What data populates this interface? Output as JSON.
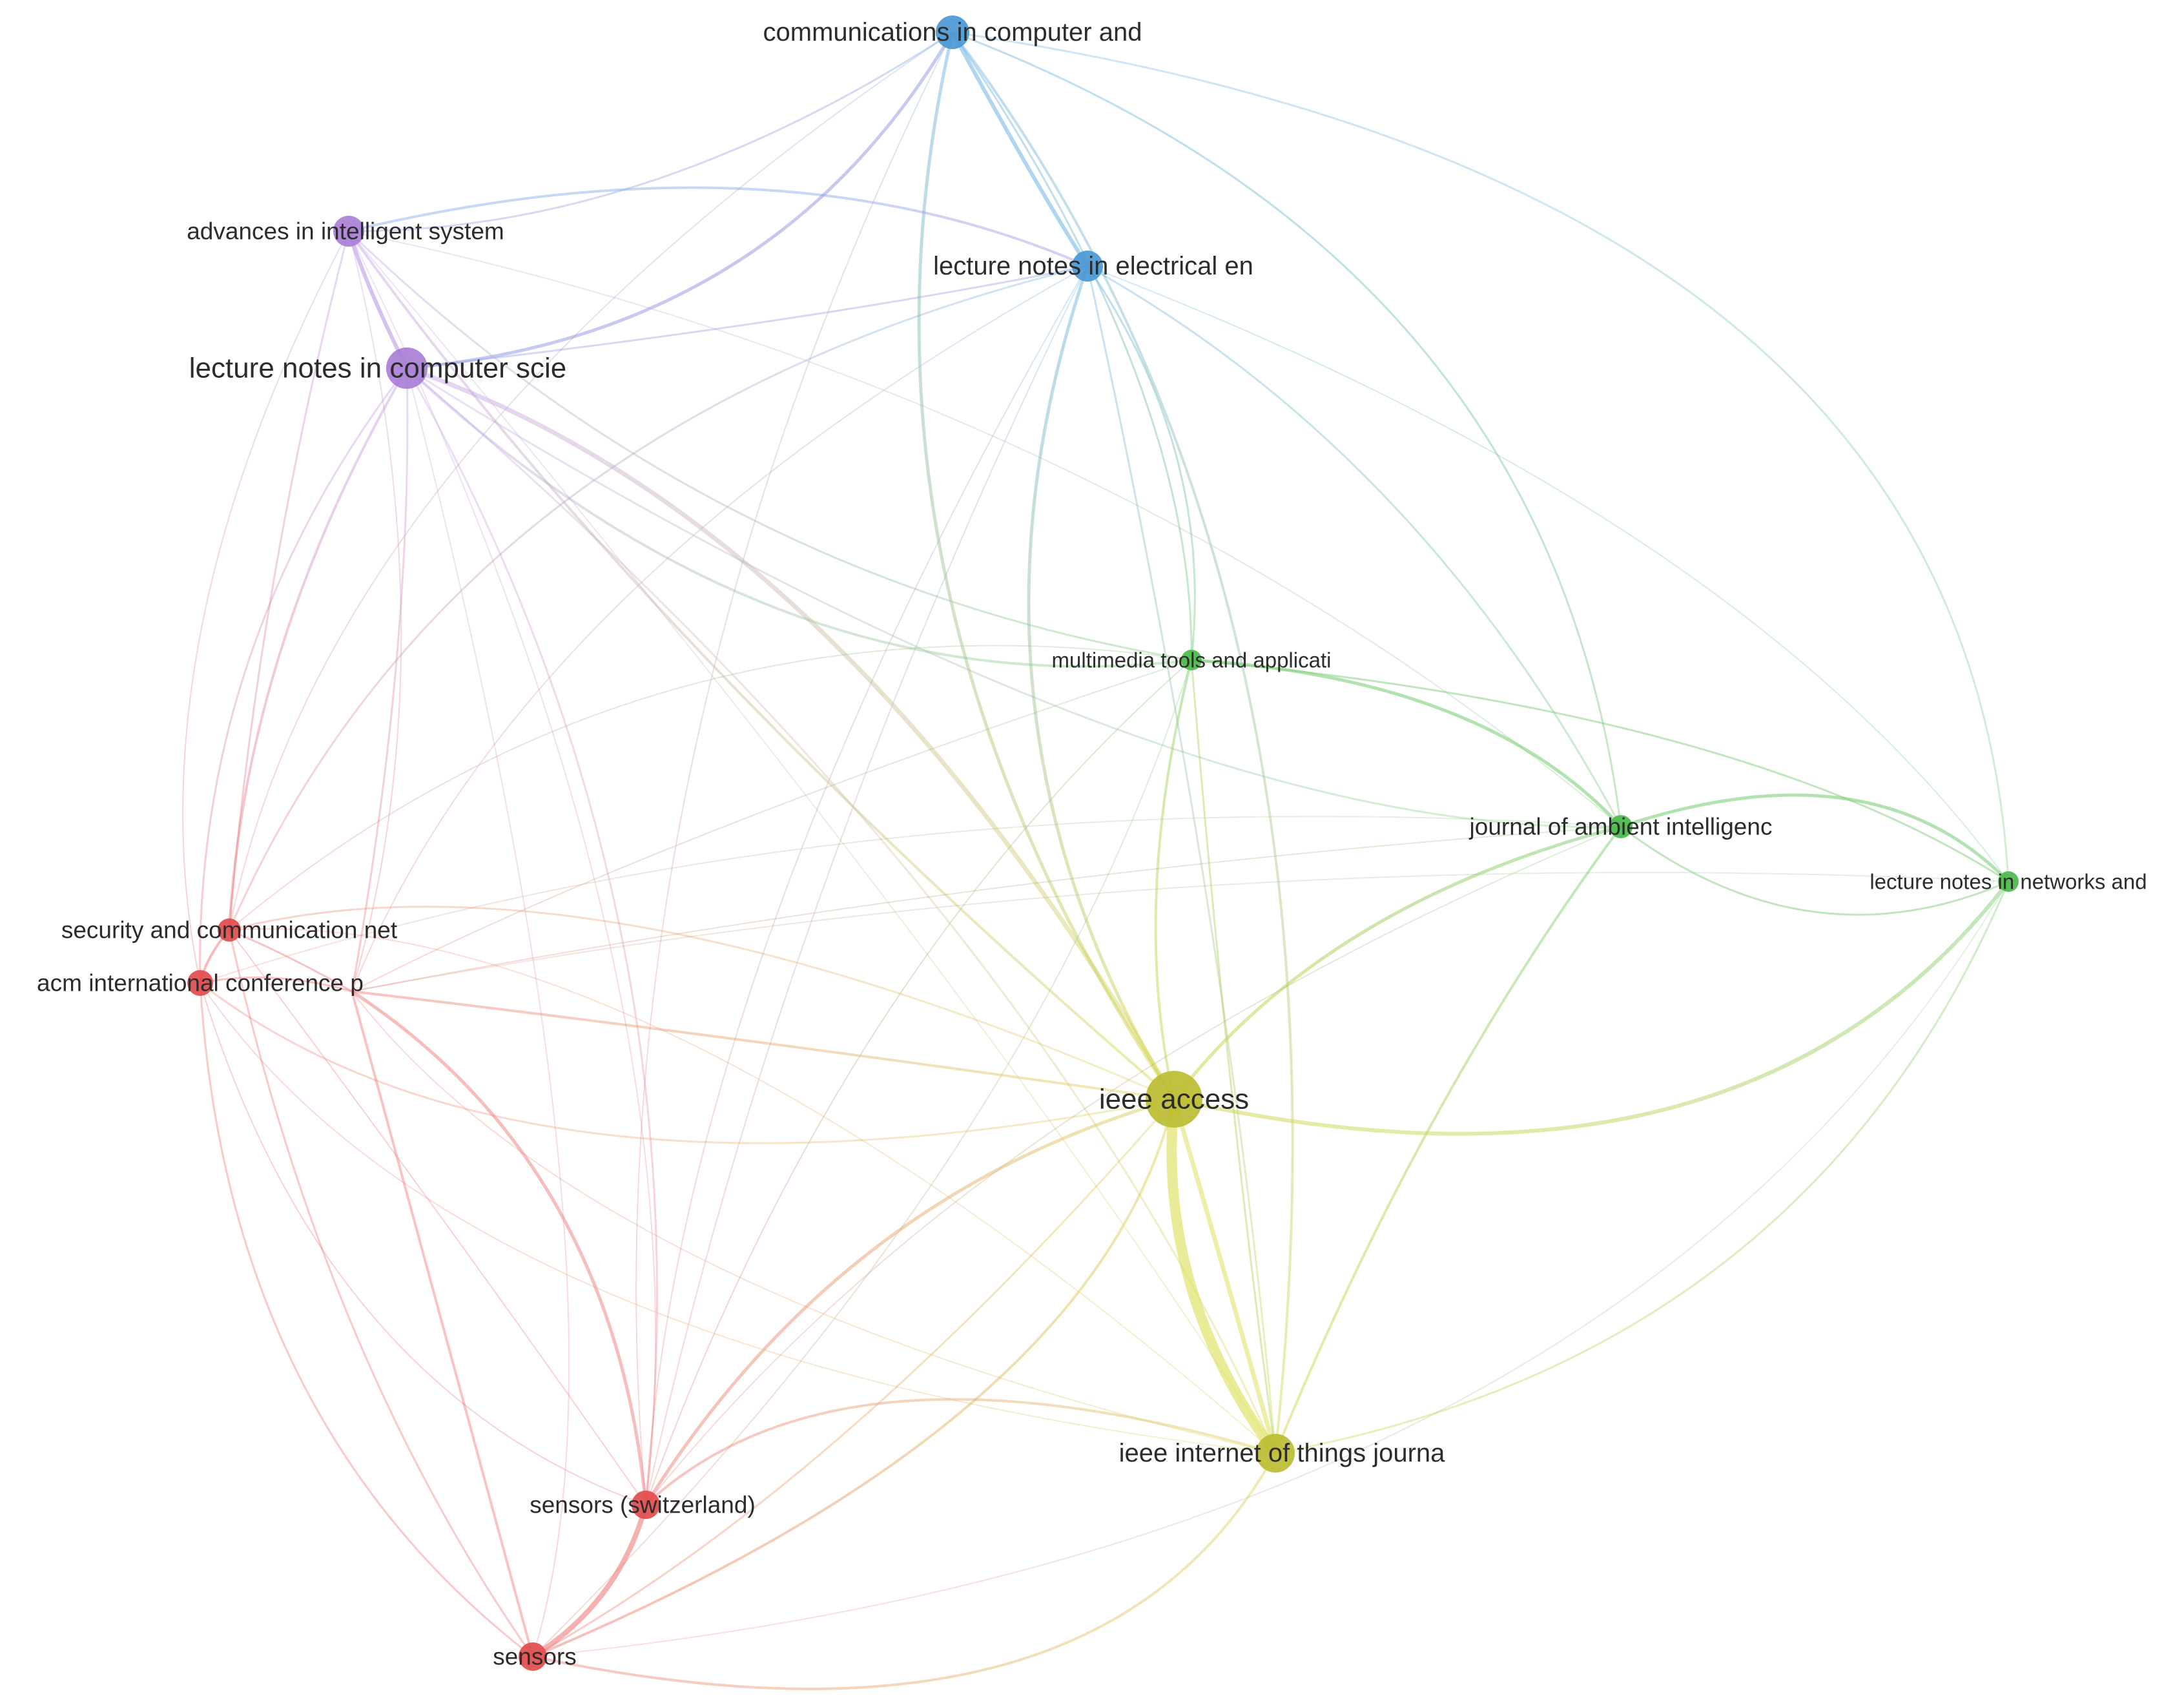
{
  "nodes": [
    {
      "id": "n1",
      "label": "communications in computer and",
      "cluster": "blue"
    },
    {
      "id": "n2",
      "label": "advances in intelligent system",
      "cluster": "purple"
    },
    {
      "id": "n3",
      "label": "lecture notes in electrical en",
      "cluster": "blue"
    },
    {
      "id": "n4",
      "label": "lecture notes in computer scie",
      "cluster": "purple"
    },
    {
      "id": "n5",
      "label": "multimedia tools and applicati",
      "cluster": "green"
    },
    {
      "id": "n6",
      "label": "journal of ambient intelligenc",
      "cluster": "green"
    },
    {
      "id": "n7",
      "label": "lecture notes in networks and",
      "cluster": "green"
    },
    {
      "id": "n8",
      "label": "security and communication net",
      "cluster": "red"
    },
    {
      "id": "n9",
      "label": "acm international conference p",
      "cluster": "red"
    },
    {
      "id": "n10",
      "label": "ieee access",
      "cluster": "yellow"
    },
    {
      "id": "n11",
      "label": "ieee internet of things journa",
      "cluster": "yellow"
    },
    {
      "id": "n12",
      "label": "sensors (switzerland)",
      "cluster": "red"
    },
    {
      "id": "n13",
      "label": "sensors",
      "cluster": "red"
    }
  ],
  "cluster_colors": {
    "blue": "#4a98d4",
    "purple": "#a97fd6",
    "green": "#4cb94a",
    "red": "#e24c4c",
    "yellow": "#bcbd32"
  }
}
